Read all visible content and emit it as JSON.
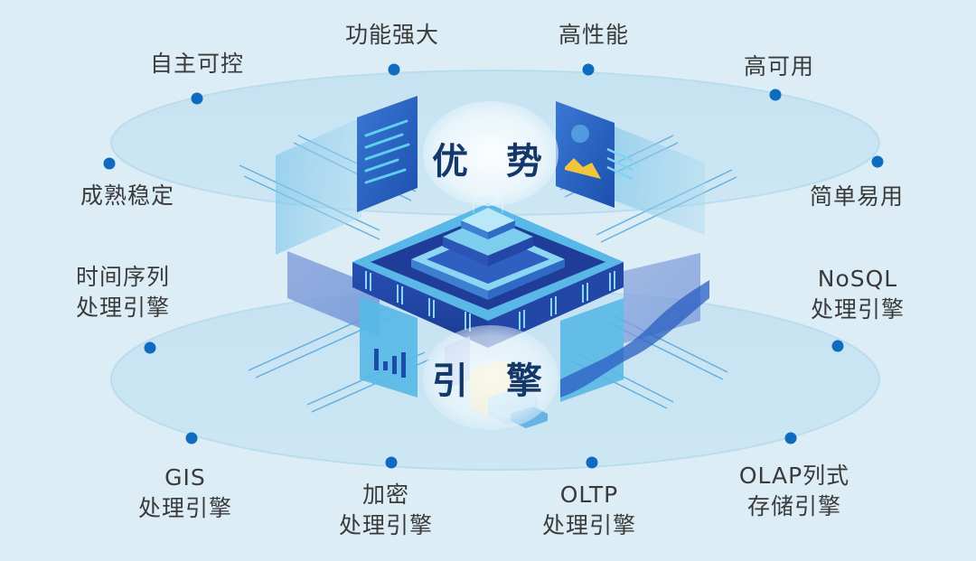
{
  "diagram": {
    "colors": {
      "background": "#dcedf6",
      "ellipse_fill": "#c6e3f1",
      "dot": "#0f6bc0",
      "label_text": "#3a3a3a",
      "title_text": "#14386a",
      "chip_dark": "#1e3f9e",
      "chip_light": "#5ec4ea"
    },
    "advantages": {
      "title": "优 势",
      "items": [
        {
          "label": "成熟稳定"
        },
        {
          "label": "自主可控"
        },
        {
          "label": "功能强大"
        },
        {
          "label": "高性能"
        },
        {
          "label": "高可用"
        },
        {
          "label": "简单易用"
        }
      ]
    },
    "engines": {
      "title": "引 擎",
      "items": [
        {
          "line1": "时间序列",
          "line2": "处理引擎"
        },
        {
          "line1": "GIS",
          "line2": "处理引擎"
        },
        {
          "line1": "加密",
          "line2": "处理引擎"
        },
        {
          "line1": "OLTP",
          "line2": "处理引擎"
        },
        {
          "line1": "OLAP列式",
          "line2": "存储引擎"
        },
        {
          "line1": "NoSQL",
          "line2": "处理引擎"
        }
      ]
    }
  }
}
